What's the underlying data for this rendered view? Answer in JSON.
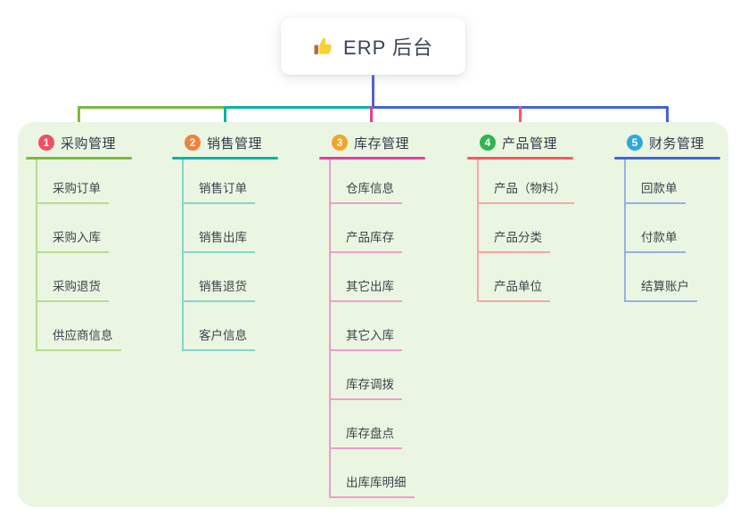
{
  "root": {
    "title": "ERP 后台",
    "icon": "thumbs-up-icon"
  },
  "colors": {
    "canvas_background": "#ffffff",
    "panel_background": "#eaf6e2",
    "root_connector": "#5064c5",
    "branch_purchase": "#7cb93f",
    "branch_sales": "#0cb2a4",
    "branch_inventory": "#e03f9c",
    "branch_product": "#f7595f",
    "branch_finance": "#4165d6"
  },
  "branches": [
    {
      "index": "1",
      "title": "采购管理",
      "badge_color": "#f04f63",
      "line_color": "#7cb93f",
      "light_color": "#b7db90",
      "children": [
        "采购订单",
        "采购入库",
        "采购退货",
        "供应商信息"
      ]
    },
    {
      "index": "2",
      "title": "销售管理",
      "badge_color": "#f0833a",
      "line_color": "#0cb2a4",
      "light_color": "#84d6cb",
      "children": [
        "销售订单",
        "销售出库",
        "销售退货",
        "客户信息"
      ]
    },
    {
      "index": "3",
      "title": "库存管理",
      "badge_color": "#f3a42a",
      "line_color": "#e03f9c",
      "light_color": "#f09ccd",
      "children": [
        "仓库信息",
        "产品库存",
        "其它出库",
        "其它入库",
        "库存调拨",
        "库存盘点",
        "出库库明细"
      ]
    },
    {
      "index": "4",
      "title": "产品管理",
      "badge_color": "#30b350",
      "line_color": "#f7595f",
      "light_color": "#f8a6a6",
      "children": [
        "产品（物料）",
        "产品分类",
        "产品单位"
      ]
    },
    {
      "index": "5",
      "title": "财务管理",
      "badge_color": "#2fa8dc",
      "line_color": "#4165d6",
      "light_color": "#96b0e3",
      "children": [
        "回款单",
        "付款单",
        "结算账户"
      ]
    }
  ]
}
